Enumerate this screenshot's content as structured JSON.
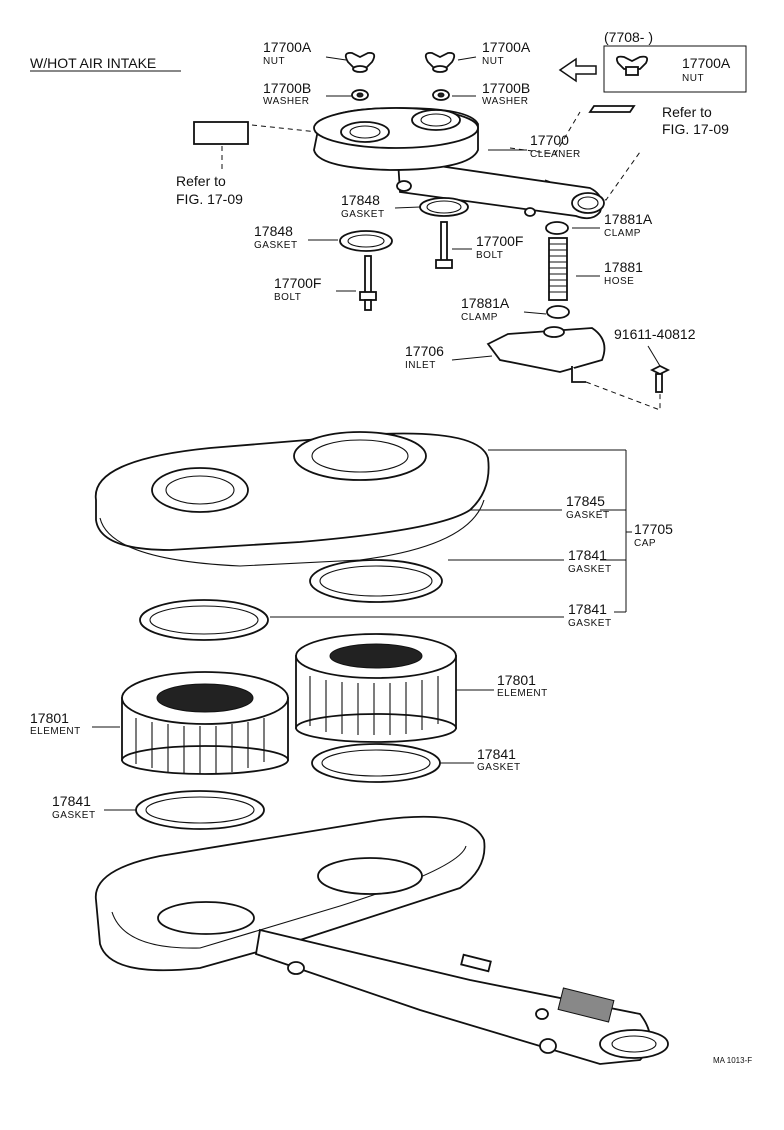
{
  "header": {
    "title": "W/HOT AIR INTAKE"
  },
  "inset": {
    "code": "(7708-        )",
    "part_no": "17700A",
    "part_name": "NUT"
  },
  "refs": {
    "line1": "Refer to",
    "line2": "FIG. 17-09"
  },
  "footer": {
    "code": "MA 1013-F"
  },
  "labels": [
    {
      "no": "17700A",
      "name": "NUT"
    },
    {
      "no": "17700A",
      "name": "NUT"
    },
    {
      "no": "17700B",
      "name": "WASHER"
    },
    {
      "no": "17700B",
      "name": "WASHER"
    },
    {
      "no": "17700",
      "name": "CLEANER"
    },
    {
      "no": "17848",
      "name": "GASKET"
    },
    {
      "no": "17848",
      "name": "GASKET"
    },
    {
      "no": "17700F",
      "name": "BOLT"
    },
    {
      "no": "17700F",
      "name": "BOLT"
    },
    {
      "no": "17881A",
      "name": "CLAMP"
    },
    {
      "no": "17881",
      "name": "HOSE"
    },
    {
      "no": "17881A",
      "name": "CLAMP"
    },
    {
      "no": "17706",
      "name": "INLET"
    },
    {
      "no": "91611-40812",
      "name": ""
    },
    {
      "no": "17845",
      "name": "GASKET"
    },
    {
      "no": "17705",
      "name": "CAP"
    },
    {
      "no": "17841",
      "name": "GASKET"
    },
    {
      "no": "17841",
      "name": "GASKET"
    },
    {
      "no": "17801",
      "name": "ELEMENT"
    },
    {
      "no": "17801",
      "name": "ELEMENT"
    },
    {
      "no": "17841",
      "name": "GASKET"
    },
    {
      "no": "17841",
      "name": "GASKET"
    }
  ]
}
